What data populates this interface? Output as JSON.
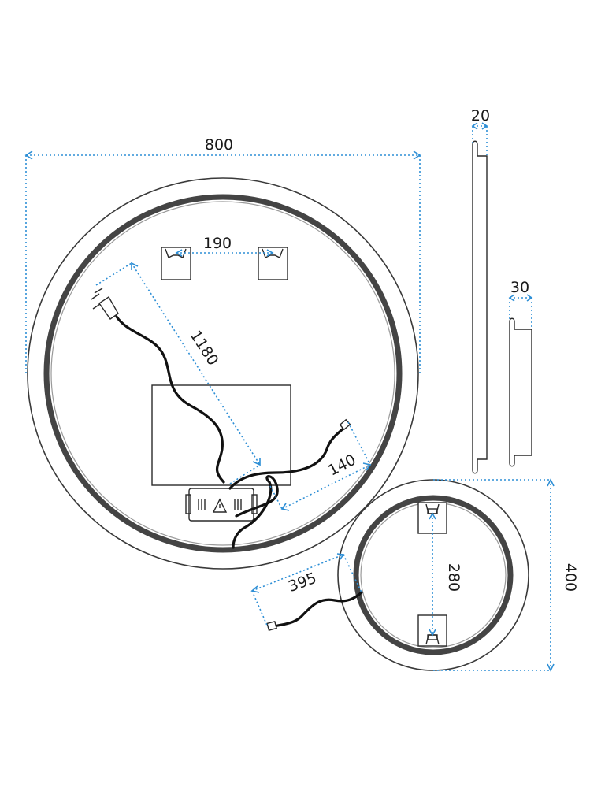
{
  "dimensions": {
    "mirror_width": "800",
    "frame_depth": "20",
    "hanger_spacing": "190",
    "power_cable_length": "1180",
    "sensor_cable_length": "140",
    "module_depth": "30",
    "small_mirror_cable": "395",
    "small_mirror_hanger_spacing": "280",
    "small_mirror_diameter": "400"
  },
  "icons": {
    "warning": "warning-triangle-icon",
    "plug": "plug-icon"
  },
  "colors": {
    "dimension": "#2e8fd6",
    "outline": "#2a2a2a"
  }
}
